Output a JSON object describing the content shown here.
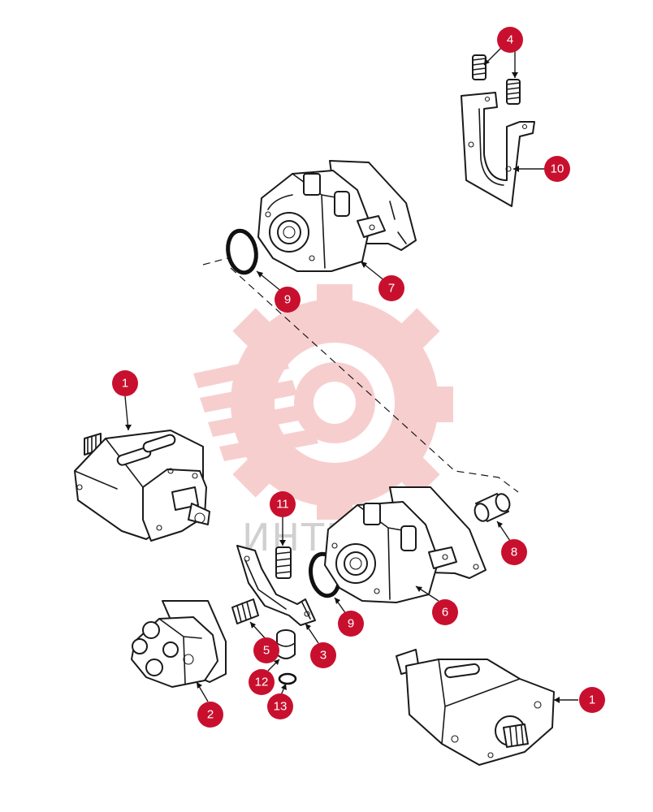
{
  "watermark": {
    "text": "ИНТЕХ",
    "color": "#f4c3c3"
  },
  "callout_color": "#c8102e",
  "callouts": [
    {
      "id": "c4",
      "label": "4"
    },
    {
      "id": "c10",
      "label": "10"
    },
    {
      "id": "c9a",
      "label": "9"
    },
    {
      "id": "c7",
      "label": "7"
    },
    {
      "id": "c1a",
      "label": "1"
    },
    {
      "id": "c11",
      "label": "11"
    },
    {
      "id": "c8",
      "label": "8"
    },
    {
      "id": "c9b",
      "label": "9"
    },
    {
      "id": "c6",
      "label": "6"
    },
    {
      "id": "c5",
      "label": "5"
    },
    {
      "id": "c3",
      "label": "3"
    },
    {
      "id": "c12",
      "label": "12"
    },
    {
      "id": "c13",
      "label": "13"
    },
    {
      "id": "c2",
      "label": "2"
    },
    {
      "id": "c1b",
      "label": "1"
    }
  ]
}
